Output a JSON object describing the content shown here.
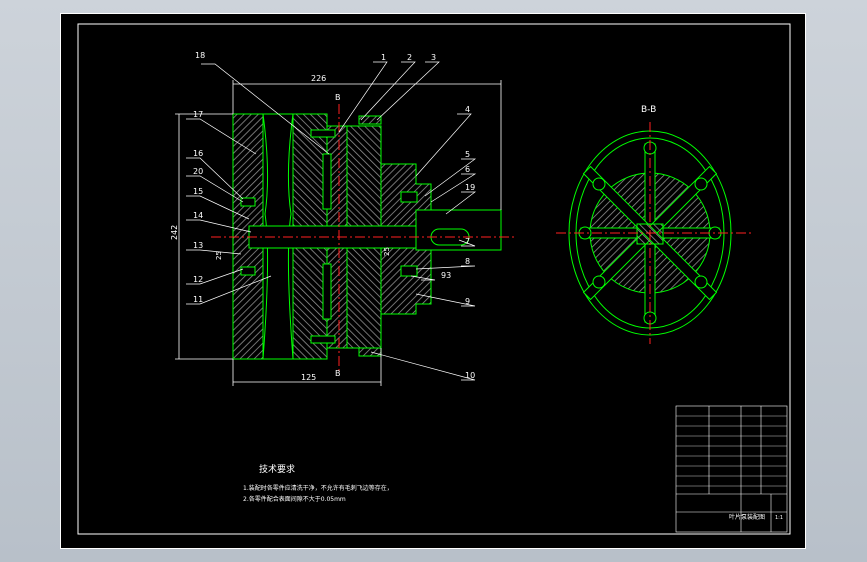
{
  "balloons": [
    "18",
    "1",
    "2",
    "3",
    "4",
    "5",
    "6",
    "19",
    "7",
    "8",
    "93",
    "9",
    "10",
    "17",
    "16",
    "20",
    "15",
    "14",
    "13",
    "12",
    "11"
  ],
  "dimensions": {
    "top_width": "226",
    "height": "242",
    "bottom_width": "125",
    "bore": "25",
    "shaft": "25",
    "section_mark": "B"
  },
  "section_view": {
    "title": "B-B"
  },
  "technical_requirements": {
    "title": "技术要求",
    "line1": "1.装配时各零件应清洗干净，不允许有毛刺飞边等存在，",
    "line2": "2.各零件配合表面间隙不大于0.05mm"
  },
  "title_block": {
    "drawing_title": "叶片泵装配图",
    "scale": "1:1"
  },
  "colors": {
    "line": "#00ff00",
    "hatch": "#9a9a9a",
    "text": "#ffffff",
    "centerline": "#ff2020",
    "leader": "#ffffff"
  }
}
